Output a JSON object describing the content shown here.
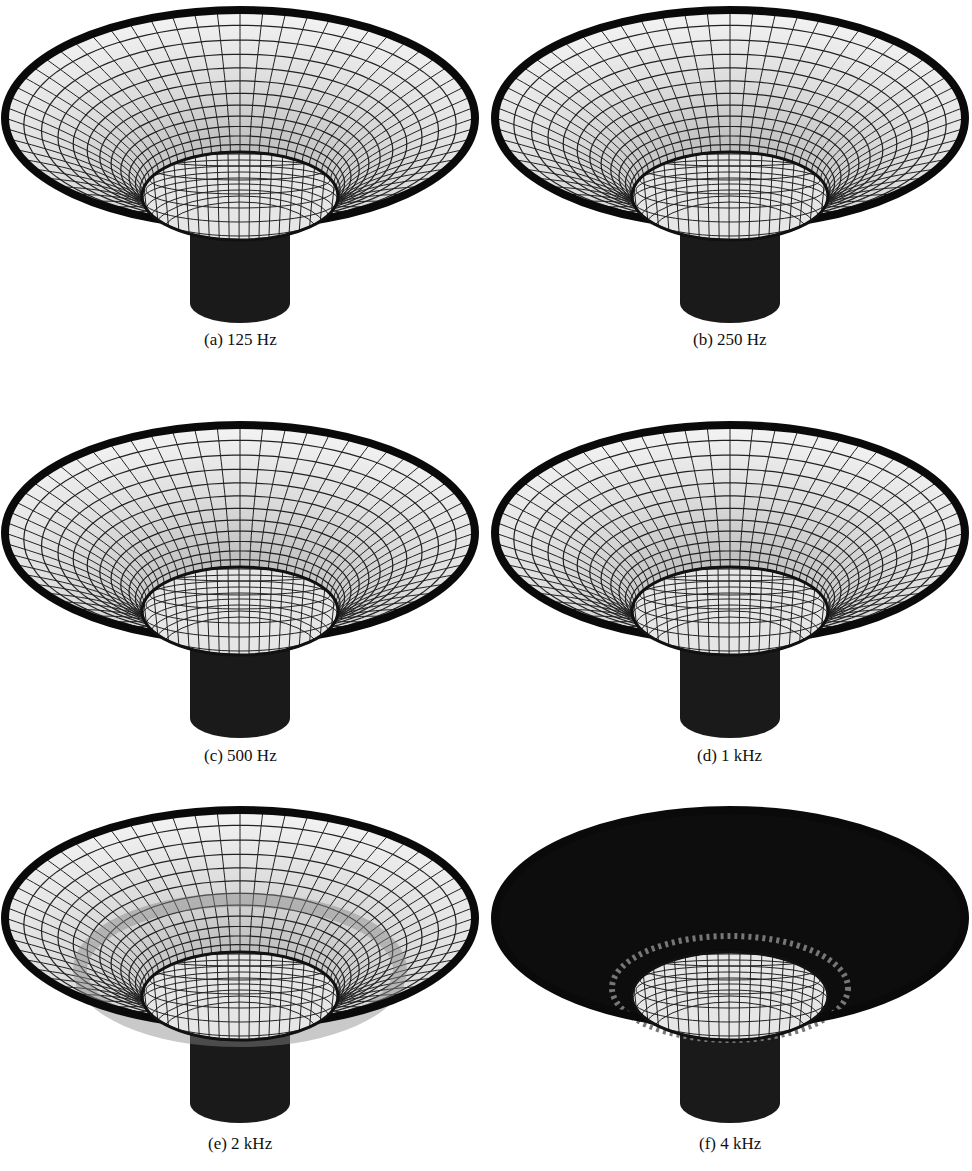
{
  "diagram": {
    "labels": [
      "(a) 125 Hz",
      "(b) 250 Hz",
      "(c) 500 Hz",
      "(d) 1 kHz",
      "(e) 2 kHz",
      "(f) 4 kHz"
    ]
  }
}
